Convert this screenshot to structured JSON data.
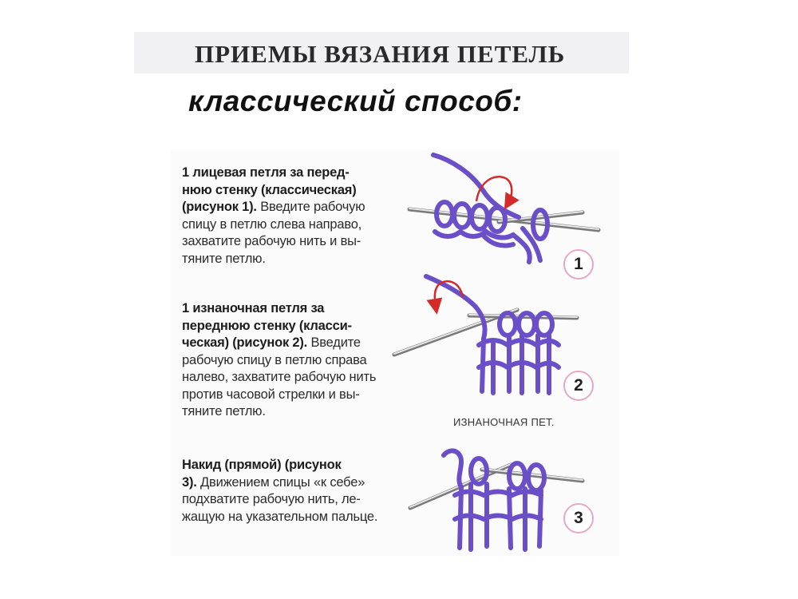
{
  "header": {
    "title": "ПРИЕМЫ ВЯЗАНИЯ ПЕТЕЛЬ",
    "subtitle": "классический  способ:"
  },
  "instructions": [
    {
      "lines": [
        {
          "bold": "1 лицевая петля за перед-",
          "normal": ""
        },
        {
          "bold": "нюю стенку (классическая)",
          "normal": ""
        },
        {
          "bold": "(рисунок 1).",
          "normal": " Введите рабочую"
        },
        {
          "bold": "",
          "normal": "спицу в петлю слева направо,"
        },
        {
          "bold": "",
          "normal": "захватите рабочую нить и вы-"
        },
        {
          "bold": "",
          "normal": "тяните петлю."
        }
      ]
    },
    {
      "lines": [
        {
          "bold": "1 изнаночная петля за",
          "normal": ""
        },
        {
          "bold": "переднюю стенку (класси-",
          "normal": ""
        },
        {
          "bold": "ческая) (рисунок 2).",
          "normal": " Введите"
        },
        {
          "bold": "",
          "normal": "рабочую спицу в петлю справа"
        },
        {
          "bold": "",
          "normal": "налево, захватите рабочую нить"
        },
        {
          "bold": "",
          "normal": "против часовой стрелки и вы-"
        },
        {
          "bold": "",
          "normal": "тяните петлю."
        }
      ]
    },
    {
      "lines": [
        {
          "bold": "Накид (прямой) (рисунок",
          "normal": ""
        },
        {
          "bold": "3).",
          "normal": " Движением спицы «к себе»"
        },
        {
          "bold": "",
          "normal": "подхватите рабочую нить, ле-"
        },
        {
          "bold": "",
          "normal": "жащую на указательном пальце."
        }
      ]
    }
  ],
  "figures": {
    "numbers": [
      "1",
      "2",
      "3"
    ],
    "caption": "ИЗНАНОЧНАЯ ПЕТ."
  },
  "colors": {
    "yarn": "#6a4fc9",
    "yarn_dark": "#3a2a8a",
    "arrow": "#d42a2a",
    "needle": "#888888",
    "number_ring": "#e7a8c6"
  }
}
